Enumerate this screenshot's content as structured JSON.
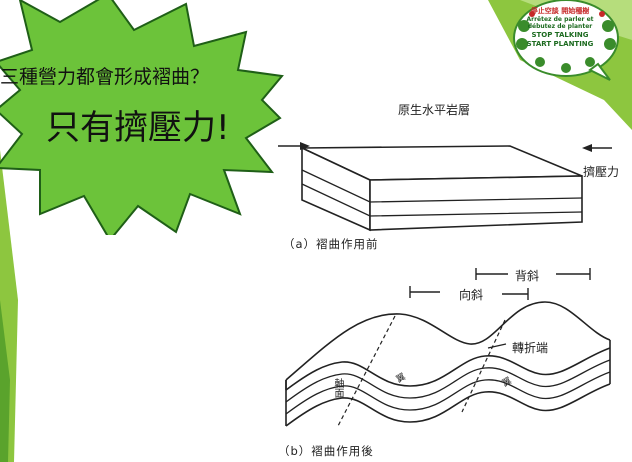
{
  "callout": {
    "line1": "三種營力都會形成褶曲？",
    "line2": "只有擠壓力!"
  },
  "figure_a": {
    "top_label": "原生水平岩層",
    "force_label": "擠壓力",
    "caption": "（a）褶曲作用前"
  },
  "figure_b": {
    "anticline_label": "背斜",
    "syncline_label": "向斜",
    "hinge_label": "轉折端",
    "axial_plane_label": "軸面",
    "limb_label_1": "翼",
    "limb_label_2": "翼",
    "caption": "（b）褶曲作用後"
  },
  "badge": {
    "line1": "停止空談 開始種樹",
    "line2": "Arrêtez de parler et",
    "line3": "débutez de planter",
    "line4": "STOP TALKING",
    "line5": "START PLANTING"
  },
  "colors": {
    "accent_green": "#8dc63f",
    "dark_green": "#3a8c2b",
    "burst_fill": "#6cc33a",
    "burst_stroke": "#1f5f17"
  }
}
